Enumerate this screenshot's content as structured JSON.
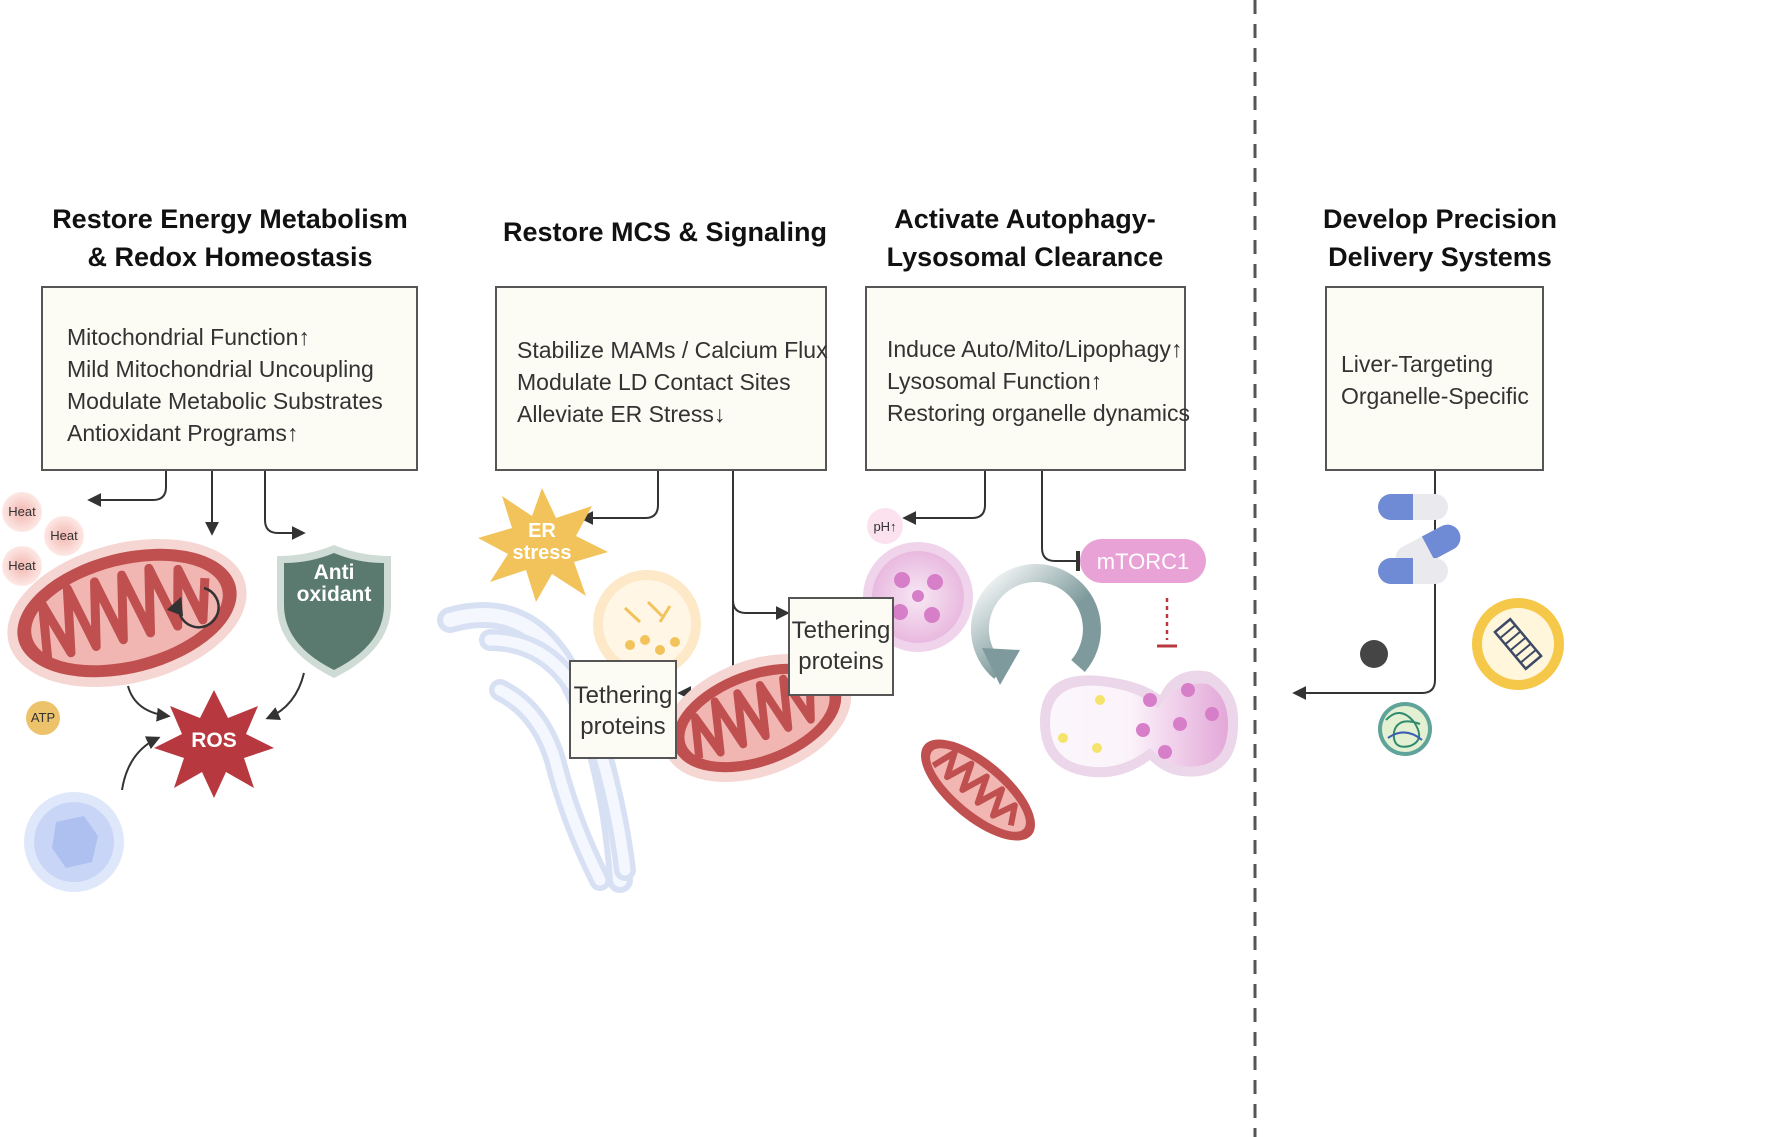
{
  "sections": [
    {
      "title": [
        "Restore Energy Metabolism",
        "& Redox Homeostasis"
      ],
      "items": [
        "Mitochondrial Function↑",
        "Mild Mitochondrial Uncoupling",
        "Modulate Metabolic Substrates",
        "Antioxidant Programs↑"
      ]
    },
    {
      "title": [
        "Restore MCS & Signaling"
      ],
      "items": [
        "Stabilize MAMs / Calcium Flux",
        "Modulate LD Contact Sites",
        "Alleviate ER Stress↓"
      ]
    },
    {
      "title": [
        "Activate Autophagy-",
        "Lysosomal Clearance"
      ],
      "items": [
        "Induce Auto/Mito/Lipophagy↑",
        "Lysosomal Function↑",
        "Restoring organelle dynamics"
      ]
    },
    {
      "title": [
        "Develop Precision",
        "Delivery Systems"
      ],
      "items": [
        "Liver-Targeting",
        "Organelle-Specific"
      ]
    }
  ],
  "labels": {
    "heat": "Heat",
    "atp": "ATP",
    "ros": "ROS",
    "antioxidant": [
      "Anti",
      "oxidant"
    ],
    "er_stress": [
      "ER",
      "stress"
    ],
    "tethering": [
      "Tethering",
      "proteins"
    ],
    "ph": "pH↑",
    "mtorc1": "mTORC1"
  },
  "colors": {
    "mito_red": "#c0504f",
    "ros_red": "#b8383f",
    "shield_green": "#5b7a6f",
    "er_yellow": "#f2c35a",
    "mtorc1_pink": "#e9a2d6",
    "lysosome_pink": "#d77ec9"
  }
}
